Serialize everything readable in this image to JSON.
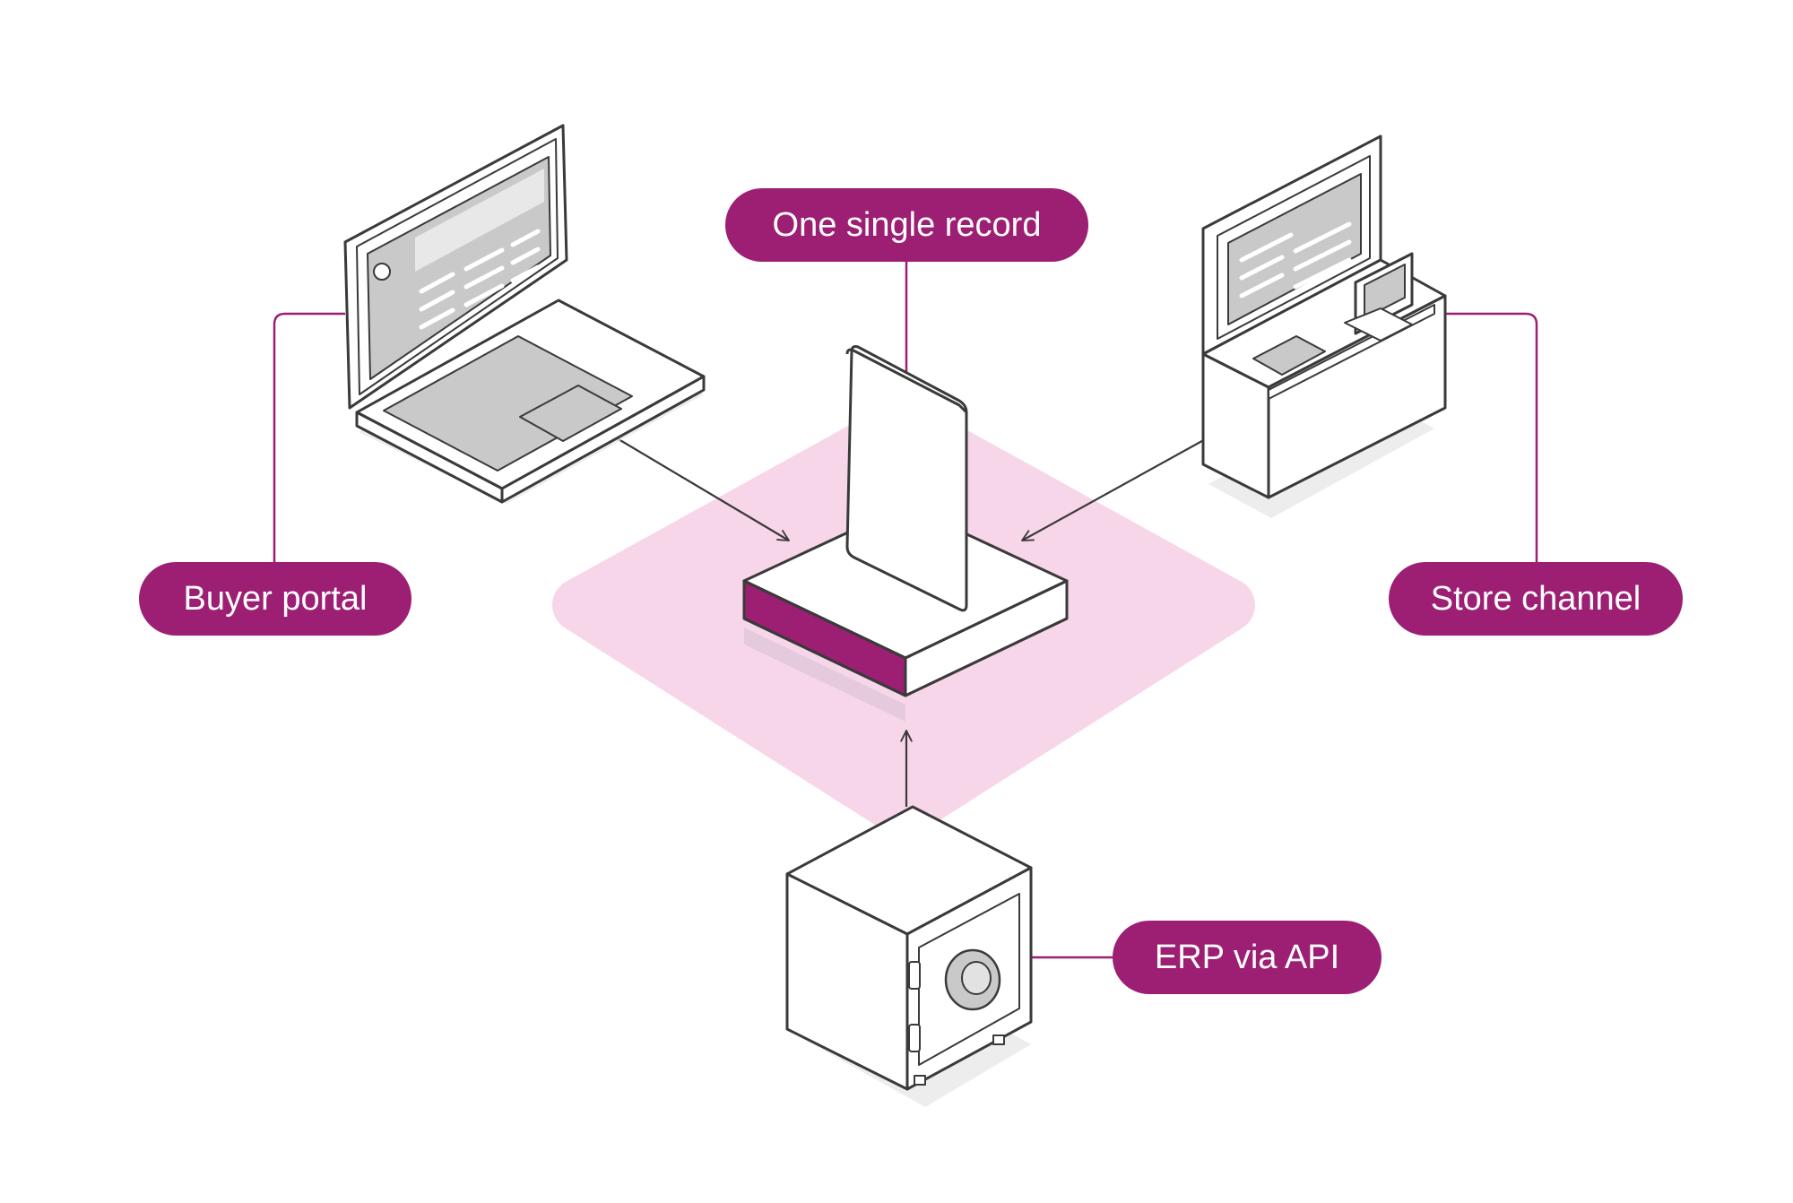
{
  "labels": {
    "center": "One single record",
    "left": "Buyer portal",
    "right": "Store channel",
    "bottom": "ERP via API"
  },
  "icons": {
    "center": "record-document-icon",
    "left": "laptop-icon",
    "right": "store-kiosk-icon",
    "bottom": "safe-icon"
  },
  "colors": {
    "accent": "#9c1f74",
    "platform_glow": "#f8d6ea",
    "outline": "#3a3a3a",
    "screen_gray": "#c9c9c9",
    "shadow": "#e8e8e8",
    "background": "#ffffff"
  }
}
